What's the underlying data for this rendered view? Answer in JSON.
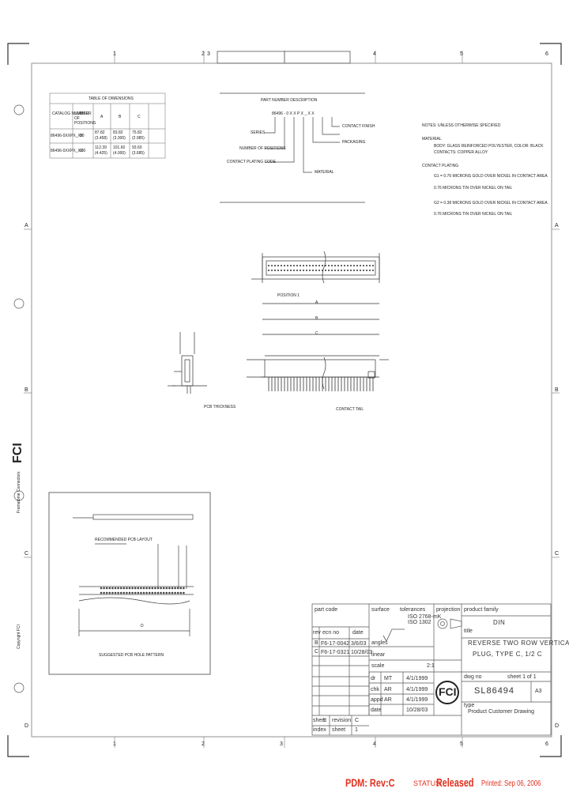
{
  "zones_top": [
    "1",
    "2",
    "3",
    "4",
    "5",
    "6"
  ],
  "zones_bottom": [
    "1",
    "2",
    "3",
    "4",
    "5",
    "6"
  ],
  "rows_left": [
    "A",
    "B",
    "C",
    "D"
  ],
  "rows_right": [
    "A",
    "B",
    "C",
    "D"
  ],
  "side_brand": {
    "logo": "FCI",
    "company": "Framatome Connectors",
    "copyright": "Copyright FCI"
  },
  "dim_table": {
    "title": "TABLE OF DIMENSIONS",
    "headers": [
      "CATALOG NUMBER",
      "NUMBER OF POSITIONS",
      "A",
      "B",
      "C"
    ],
    "rows": [
      {
        "part": "86496-0XXPX_XX",
        "pos": "80",
        "a": [
          "87.82",
          "(3.458)"
        ],
        "b": [
          "83.82",
          "(3.300)"
        ],
        "c": [
          "75.82",
          "(2.985)"
        ]
      },
      {
        "part": "86496-0XXPX_XX",
        "pos": "100",
        "a": [
          "112.39",
          "(4.425)"
        ],
        "b": [
          "101.60",
          "(4.000)"
        ],
        "c": [
          "93.60",
          "(3.685)"
        ]
      }
    ]
  },
  "part_number_desc": {
    "title": "PART NUMBER DESCRIPTION",
    "code": "86496 - 0 X X P X _ X X",
    "labels": [
      "SERIES",
      "CONTACT FINISH",
      "NUMBER OF POSITIONS",
      "CONTACT PLATING CODE",
      "PACKAGING",
      "MATERIAL"
    ]
  },
  "notes": {
    "title": "NOTES: UNLESS OTHERWISE SPECIFIED",
    "material_title": "MATERIAL",
    "material": [
      "BODY: GLASS REINFORCED POLYESTER, COLOR: BLACK",
      "CONTACTS: COPPER ALLOY"
    ],
    "plating_title": "CONTACT PLATING",
    "plating": [
      "G1 = 0.76 MICRONS GOLD OVER NICKEL IN CONTACT AREA",
      "0.76 MICRONS TIN OVER NICKEL ON TAIL",
      "G2 = 0.38 MICRONS GOLD OVER NICKEL IN CONTACT AREA",
      "0.76 MICRONS TIN OVER NICKEL ON TAIL"
    ]
  },
  "views": {
    "pcb_title": "RECOMMENDED PCB LAYOUT",
    "pcb_pattern": "SUGGESTED PCB HOLE PATTERN",
    "pos1": "POSITION 1",
    "contact_tail": "CONTACT TAIL",
    "board": "PCB THICKNESS",
    "dims": [
      "A",
      "B",
      "C",
      "D"
    ]
  },
  "title_block": {
    "part_code_label": "part code",
    "surface_label": "surface",
    "tolerances_label": "tolerances",
    "tol_values": [
      "ISO 2768-mK",
      "ISO 1302"
    ],
    "projection_label": "projection",
    "product_family_label": "product family",
    "product_family": "DIN",
    "title_label": "title",
    "title_lines": [
      "REVERSE TWO ROW VERTICAL",
      "PLUG, TYPE C, 1/2 C"
    ],
    "rev_cols": [
      "rev",
      "ecn no",
      "date"
    ],
    "revisions": [
      {
        "rev": "B",
        "ecn": "F6-17-0042",
        "date": "3/6/03"
      },
      {
        "rev": "C",
        "ecn": "F6-17-0321",
        "date": "10/28/03"
      }
    ],
    "angles_label": "angles",
    "linear_label": "linear",
    "scale_label": "scale",
    "scale_value": "2:1",
    "sign_rows": [
      {
        "role": "dr",
        "name": "MT",
        "date": "4/1/1999"
      },
      {
        "role": "chk",
        "name": "AR",
        "date": "4/1/1999"
      },
      {
        "role": "appd",
        "name": "AR",
        "date": "4/1/1999"
      },
      {
        "role": "date",
        "name": "",
        "date": "10/28/03"
      }
    ],
    "company_logo": "FCI",
    "dwg_no_label": "dwg no",
    "dwg_no": "SL86494",
    "sheet_label": "sheet 1 of 1",
    "size": "A3",
    "type_label": "type",
    "type_value": "Product Customer Drawing",
    "sheet_row": [
      "sheet",
      "1",
      "revision",
      "C"
    ],
    "index_row": [
      "index",
      "",
      "sheet",
      "1"
    ]
  },
  "footer": {
    "pdm": "PDM: Rev:C",
    "status_label": "STATUS",
    "status": "Released",
    "printed": "Printed: Sep 06, 2006"
  },
  "colors": {
    "pdm": "#e0301e",
    "status": "#e0301e",
    "line": "#555555"
  }
}
